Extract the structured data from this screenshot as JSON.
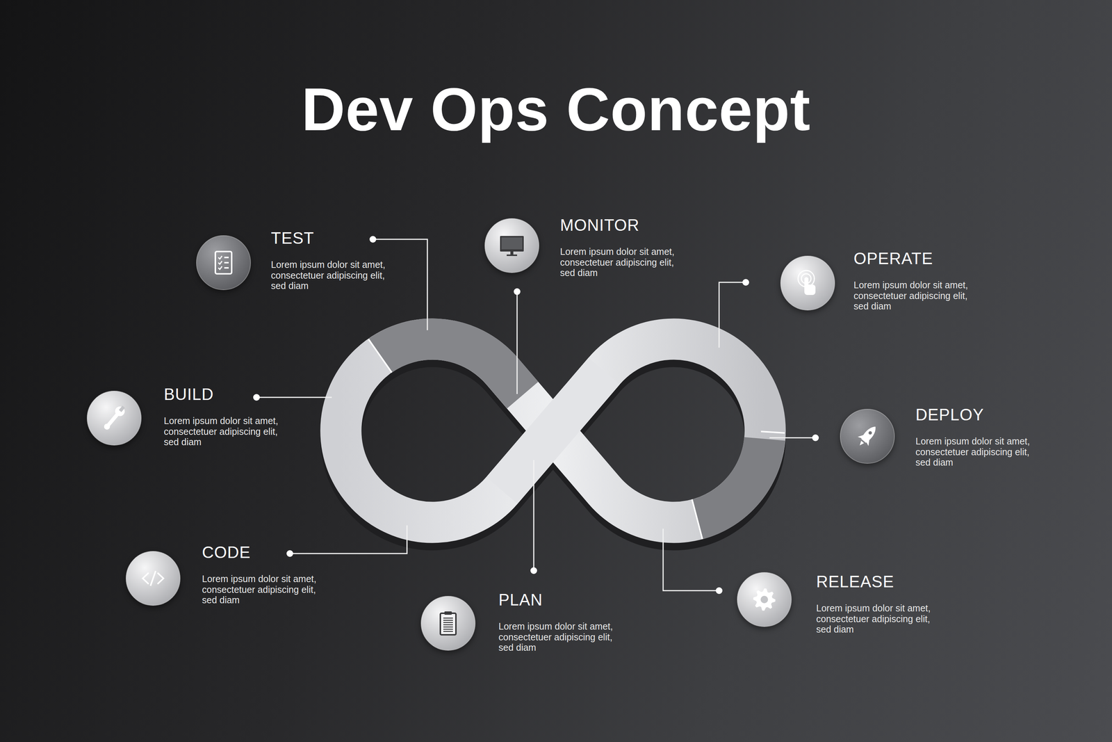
{
  "diagram": {
    "title": "Dev Ops Concept",
    "nodes": [
      {
        "text": [
          "TEST",
          "Lorem ipsum dolor sit amet, consectetuer adipiscing elit, sed diam"
        ]
      },
      {
        "text": [
          "MONITOR",
          "Lorem ipsum dolor sit amet, consectetuer adipiscing elit, sed diam"
        ]
      },
      {
        "text": [
          "OPERATE",
          "Lorem ipsum dolor sit amet, consectetuer adipiscing elit, sed diam"
        ]
      },
      {
        "text": [
          "BUILD",
          "Lorem ipsum dolor sit amet, consectetuer adipiscing elit, sed diam"
        ]
      },
      {
        "text": [
          "DEPLOY",
          "Lorem ipsum dolor sit amet, consectetuer adipiscing elit, sed diam"
        ]
      },
      {
        "text": [
          "CODE",
          "Lorem ipsum dolor sit amet, consectetuer adipiscing elit, sed diam"
        ]
      },
      {
        "text": [
          "PLAN",
          "Lorem ipsum dolor sit amet, consectetuer adipiscing elit, sed diam"
        ]
      },
      {
        "text": [
          "RELEASE",
          "Lorem ipsum dolor sit amet, consectetuer adipiscing elit, sed diam"
        ]
      }
    ]
  }
}
